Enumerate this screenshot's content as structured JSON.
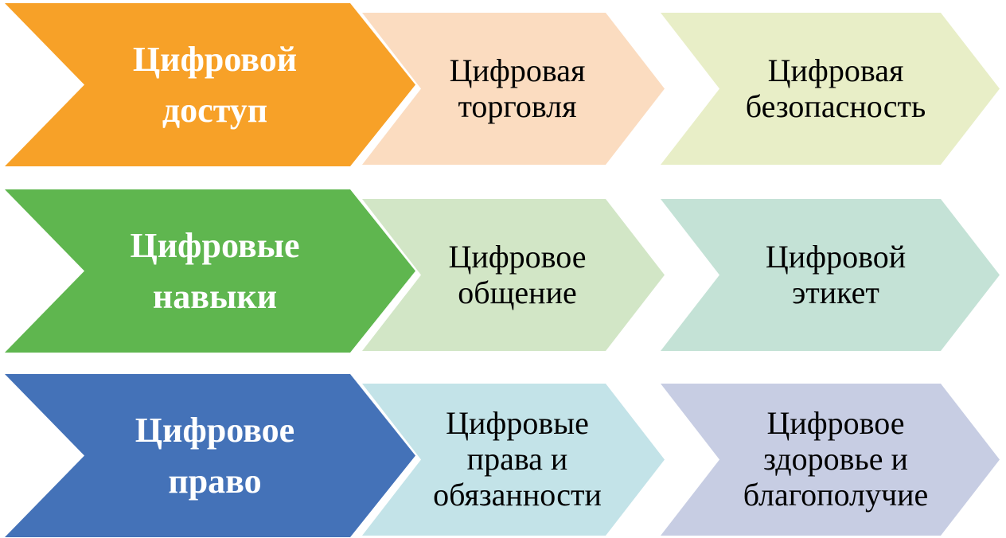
{
  "rows": [
    {
      "key": "access",
      "main": {
        "lines": [
          "Цифровой",
          "доступ"
        ],
        "color": "#f7a128"
      },
      "items": [
        {
          "lines": [
            "Цифровая",
            "торговля"
          ],
          "color": "#fbdcc0"
        },
        {
          "lines": [
            "Цифровая",
            "безопасность"
          ],
          "color": "#e8eec7"
        }
      ]
    },
    {
      "key": "skills",
      "main": {
        "lines": [
          "Цифровые",
          "навыки"
        ],
        "color": "#5fb64f"
      },
      "items": [
        {
          "lines": [
            "Цифровое",
            "общение"
          ],
          "color": "#d2e6c6"
        },
        {
          "lines": [
            "Цифровой",
            "этикет"
          ],
          "color": "#c4e2d6"
        }
      ]
    },
    {
      "key": "law",
      "main": {
        "lines": [
          "Цифровое",
          "право"
        ],
        "color": "#4472b8"
      },
      "items": [
        {
          "lines": [
            "Цифровые",
            "права и",
            "обязанности"
          ],
          "color": "#c3e3e8"
        },
        {
          "lines": [
            "Цифровое",
            "здоровье и",
            "благополучие"
          ],
          "color": "#c7cde3"
        }
      ]
    }
  ]
}
